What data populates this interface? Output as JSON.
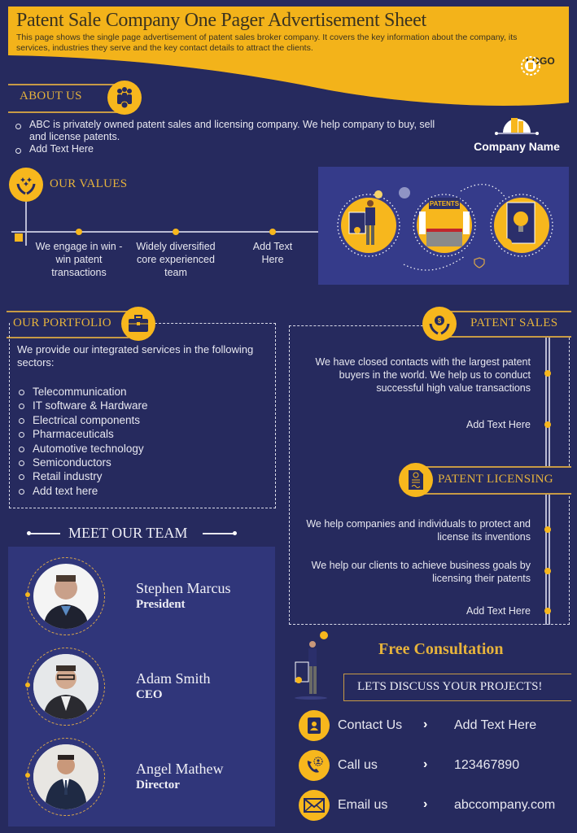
{
  "header": {
    "title": "Patent Sale Company One Pager Advertisement Sheet",
    "subtitle": "This page shows the single page advertisement of patent sales broker company. It covers the key information about the company, its services, industries they serve and the key contact details to attract the clients.",
    "logo_label": "LOGO"
  },
  "colors": {
    "background": "#262a5e",
    "accent": "#f7b71d",
    "heading": "#e6b33c",
    "panel": "#30367a"
  },
  "about": {
    "heading": "ABOUT US",
    "items": [
      "ABC is privately owned patent sales and licensing company. We help company to buy, sell and license patents.",
      "Add Text Here"
    ],
    "company_name": "Company Name"
  },
  "values": {
    "heading": "OUR VALUES",
    "items": [
      "We engage in win -win patent transactions",
      "Widely diversified core experienced team",
      "Add Text Here"
    ],
    "illustration_label": "PATENTS"
  },
  "portfolio": {
    "heading": "OUR PORTFOLIO",
    "intro": "We provide our integrated services in the following sectors:",
    "sectors": [
      "Telecommunication",
      "IT software & Hardware",
      "Electrical components",
      "Pharmaceuticals",
      "Automotive technology",
      "Semiconductors",
      "Retail industry",
      "Add text here"
    ]
  },
  "patent_sales": {
    "heading": "PATENT SALES",
    "items": [
      "We have closed contacts with the largest patent buyers in the world. We help us to conduct successful high value transactions",
      "Add Text Here"
    ]
  },
  "patent_licensing": {
    "heading": "PATENT LICENSING",
    "items": [
      "We help companies and individuals to protect and license its inventions",
      "We help our clients to achieve business goals by licensing their patents",
      "Add Text Here"
    ]
  },
  "team": {
    "heading": "MEET OUR TEAM",
    "members": [
      {
        "name": "Stephen Marcus",
        "role": "President"
      },
      {
        "name": "Adam Smith",
        "role": "CEO"
      },
      {
        "name": "Angel Mathew",
        "role": "Director"
      }
    ]
  },
  "consultation": {
    "heading": "Free Consultation",
    "cta": "LETS DISCUSS YOUR PROJECTS!"
  },
  "contacts": [
    {
      "icon": "contact-book-icon",
      "label": "Contact Us",
      "value": "Add Text Here"
    },
    {
      "icon": "phone-icon",
      "label": "Call us",
      "value": "123467890"
    },
    {
      "icon": "envelope-icon",
      "label": "Email us",
      "value": "abccompany.com"
    }
  ]
}
